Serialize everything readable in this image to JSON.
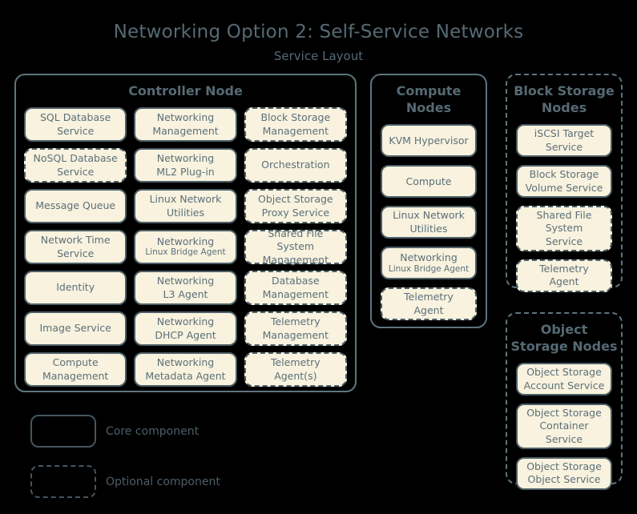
{
  "page": {
    "title": "Networking Option 2: Self-Service Networks",
    "subtitle": "Service Layout"
  },
  "colors": {
    "background": "#000000",
    "node_fill": "#f8f2de",
    "node_border": "#4d5f67",
    "group_border": "#5e757e",
    "heading_text": "#566a74",
    "node_text": "#5c707a",
    "legend_text": "#4d5e68"
  },
  "groups": [
    {
      "id": "controller",
      "title": "Controller Node",
      "style": "solid",
      "items": [
        {
          "label": "SQL Database\nService",
          "style": "solid"
        },
        {
          "label": "Networking\nManagement",
          "style": "solid"
        },
        {
          "label": "Block Storage\nManagement",
          "style": "dashed"
        },
        {
          "label": "NoSQL Database\nService",
          "style": "dashed"
        },
        {
          "label": "Networking\nML2 Plug-in",
          "style": "solid"
        },
        {
          "label": "Orchestration",
          "style": "dashed"
        },
        {
          "label": "Message Queue",
          "style": "solid"
        },
        {
          "label": "Linux Network\nUtilities",
          "style": "solid"
        },
        {
          "label": "Object Storage\nProxy Service",
          "style": "dashed"
        },
        {
          "label": "Network Time\nService",
          "style": "solid"
        },
        {
          "label": "Networking",
          "sublabel": "Linux Bridge Agent",
          "style": "solid"
        },
        {
          "label": "Shared File System\nManagement",
          "style": "dashed"
        },
        {
          "label": "Identity",
          "style": "solid"
        },
        {
          "label": "Networking\nL3 Agent",
          "style": "solid"
        },
        {
          "label": "Database\nManagement",
          "style": "dashed"
        },
        {
          "label": "Image Service",
          "style": "solid"
        },
        {
          "label": "Networking\nDHCP Agent",
          "style": "solid"
        },
        {
          "label": "Telemetry\nManagement",
          "style": "dashed"
        },
        {
          "label": "Compute\nManagement",
          "style": "solid"
        },
        {
          "label": "Networking\nMetadata Agent",
          "style": "solid"
        },
        {
          "label": "Telemetry\nAgent(s)",
          "style": "dashed"
        }
      ]
    },
    {
      "id": "compute",
      "title": "Compute\nNodes",
      "style": "solid",
      "items": [
        {
          "label": "KVM Hypervisor",
          "style": "solid"
        },
        {
          "label": "Compute",
          "style": "solid"
        },
        {
          "label": "Linux Network\nUtilities",
          "style": "solid"
        },
        {
          "label": "Networking",
          "sublabel": "Linux Bridge Agent",
          "style": "solid"
        },
        {
          "label": "Telemetry\nAgent",
          "style": "dashed"
        }
      ]
    },
    {
      "id": "block-storage",
      "title": "Block Storage\nNodes",
      "style": "dashed",
      "items": [
        {
          "label": "iSCSI Target\nService",
          "style": "solid"
        },
        {
          "label": "Block Storage\nVolume Service",
          "style": "solid"
        },
        {
          "label": "Shared File System\nService",
          "style": "dashed"
        },
        {
          "label": "Telemetry\nAgent",
          "style": "dashed"
        }
      ]
    },
    {
      "id": "object-storage",
      "title": "Object\nStorage Nodes",
      "style": "dashed",
      "items": [
        {
          "label": "Object Storage\nAccount Service",
          "style": "solid"
        },
        {
          "label": "Object Storage\nContainer Service",
          "style": "solid"
        },
        {
          "label": "Object Storage\nObject Service",
          "style": "solid"
        }
      ]
    }
  ],
  "legend": {
    "items": [
      {
        "label": "Core component",
        "style": "solid"
      },
      {
        "label": "Optional component",
        "style": "dashed"
      }
    ]
  }
}
